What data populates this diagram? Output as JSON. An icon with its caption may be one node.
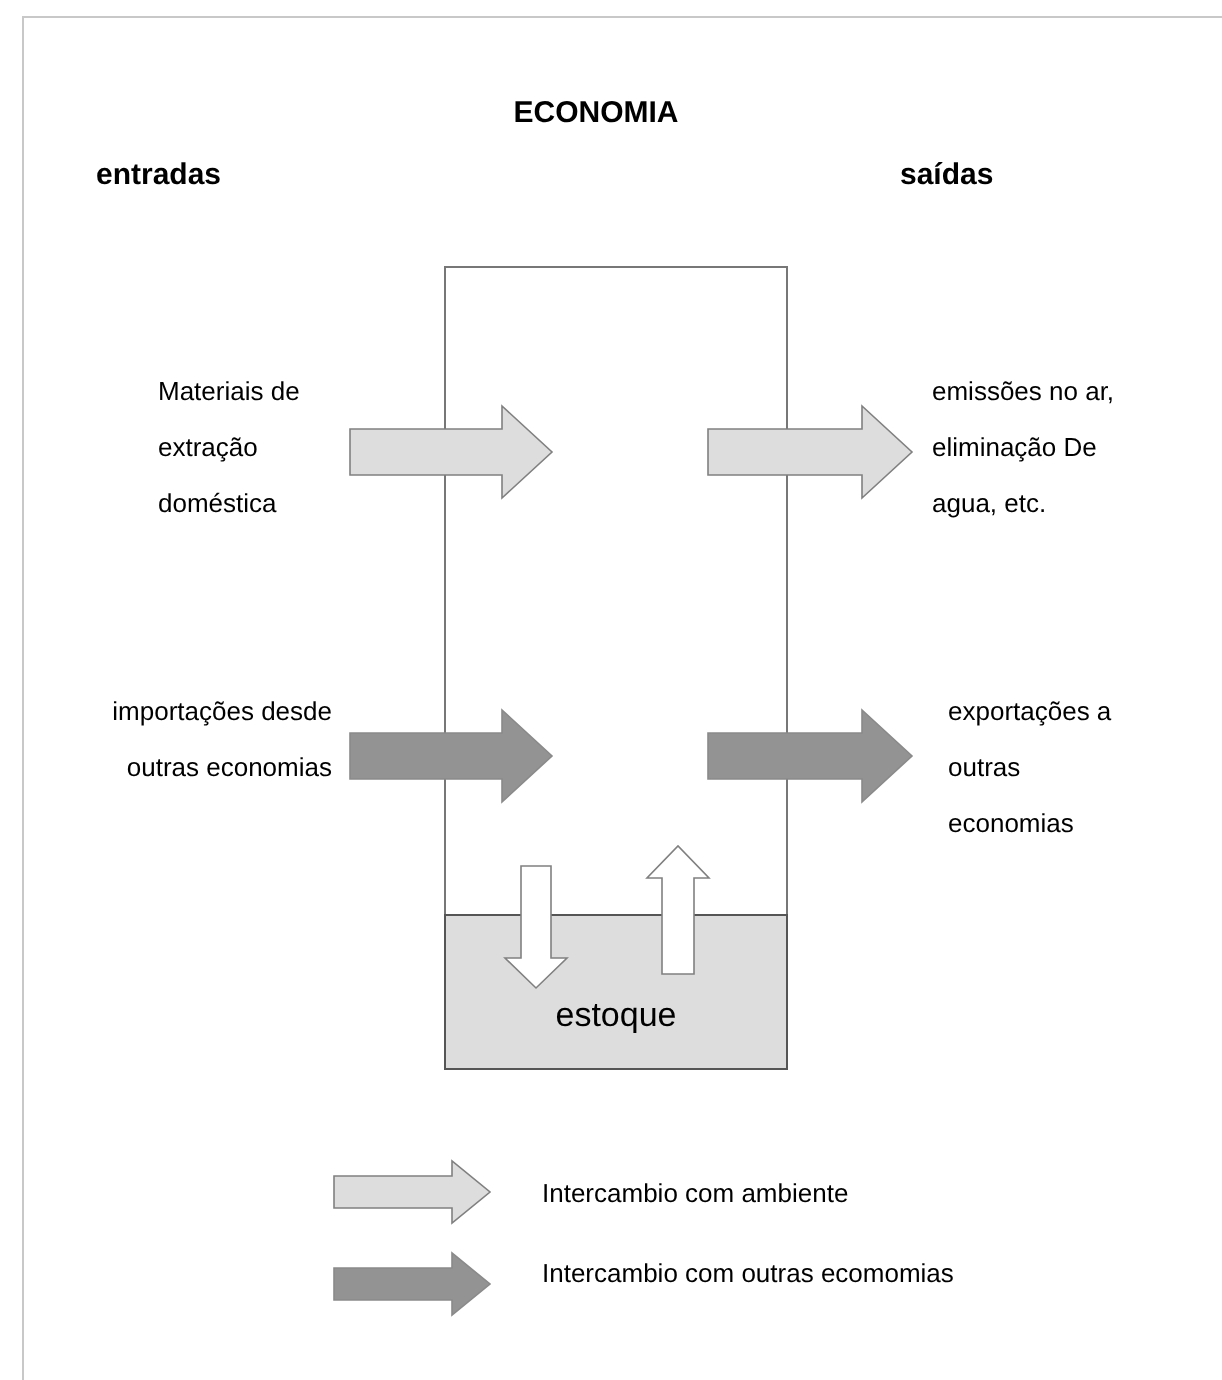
{
  "diagram": {
    "title": "ECONOMIA",
    "nodes": [
      {
        "text": [],
        "shape": "box"
      },
      {
        "text": [
          "Materiais de extração doméstica"
        ]
      },
      {
        "text": [
          "emissões no ar, eliminação De agua, etc."
        ]
      },
      {
        "text": [
          "importações desde outras economias"
        ]
      },
      {
        "text": [
          "exportações a outras economias"
        ]
      },
      {
        "text": [
          "estoque"
        ],
        "in": 0
      }
    ],
    "edges": [
      {
        "from": 1,
        "to": 0,
        "arrow": "to",
        "style": "thick",
        "color": "#dddddd"
      },
      {
        "from": 0,
        "to": 2,
        "arrow": "to",
        "style": "thick",
        "color": "#dddddd"
      },
      {
        "from": 3,
        "to": 0,
        "arrow": "to",
        "style": "thick",
        "color": "#939393"
      },
      {
        "from": 0,
        "to": 4,
        "arrow": "to",
        "style": "thick",
        "color": "#939393"
      },
      {
        "from": 0,
        "to": 5,
        "arrow": "to",
        "style": "thick",
        "color": "#ffffff"
      },
      {
        "from": 5,
        "to": 0,
        "arrow": "to",
        "style": "thick",
        "color": "#ffffff"
      }
    ],
    "labels": [
      "entradas",
      "saídas"
    ],
    "legend": [
      {
        "text": "Intercambio com ambiente",
        "color": "#dddddd"
      },
      {
        "text": "Intercambio com outras ecomomias",
        "color": "#939393"
      }
    ]
  }
}
